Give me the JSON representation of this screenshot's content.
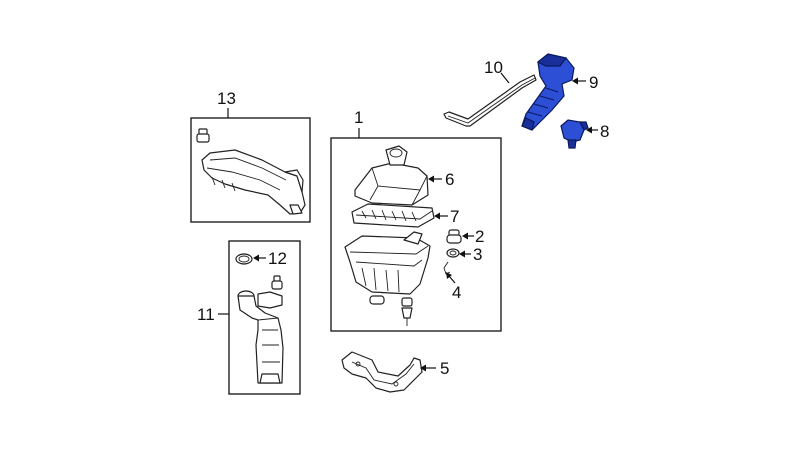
{
  "diagram": {
    "callouts": {
      "c1": "1",
      "c2": "2",
      "c3": "3",
      "c4": "4",
      "c5": "5",
      "c6": "6",
      "c7": "7",
      "c8": "8",
      "c9": "9",
      "c10": "10",
      "c11": "11",
      "c12": "12",
      "c13": "13"
    },
    "highlight_color": "#2d4fd6",
    "highlight_shade": "#1a2f9a",
    "highlighted_parts": [
      "8",
      "9"
    ]
  }
}
